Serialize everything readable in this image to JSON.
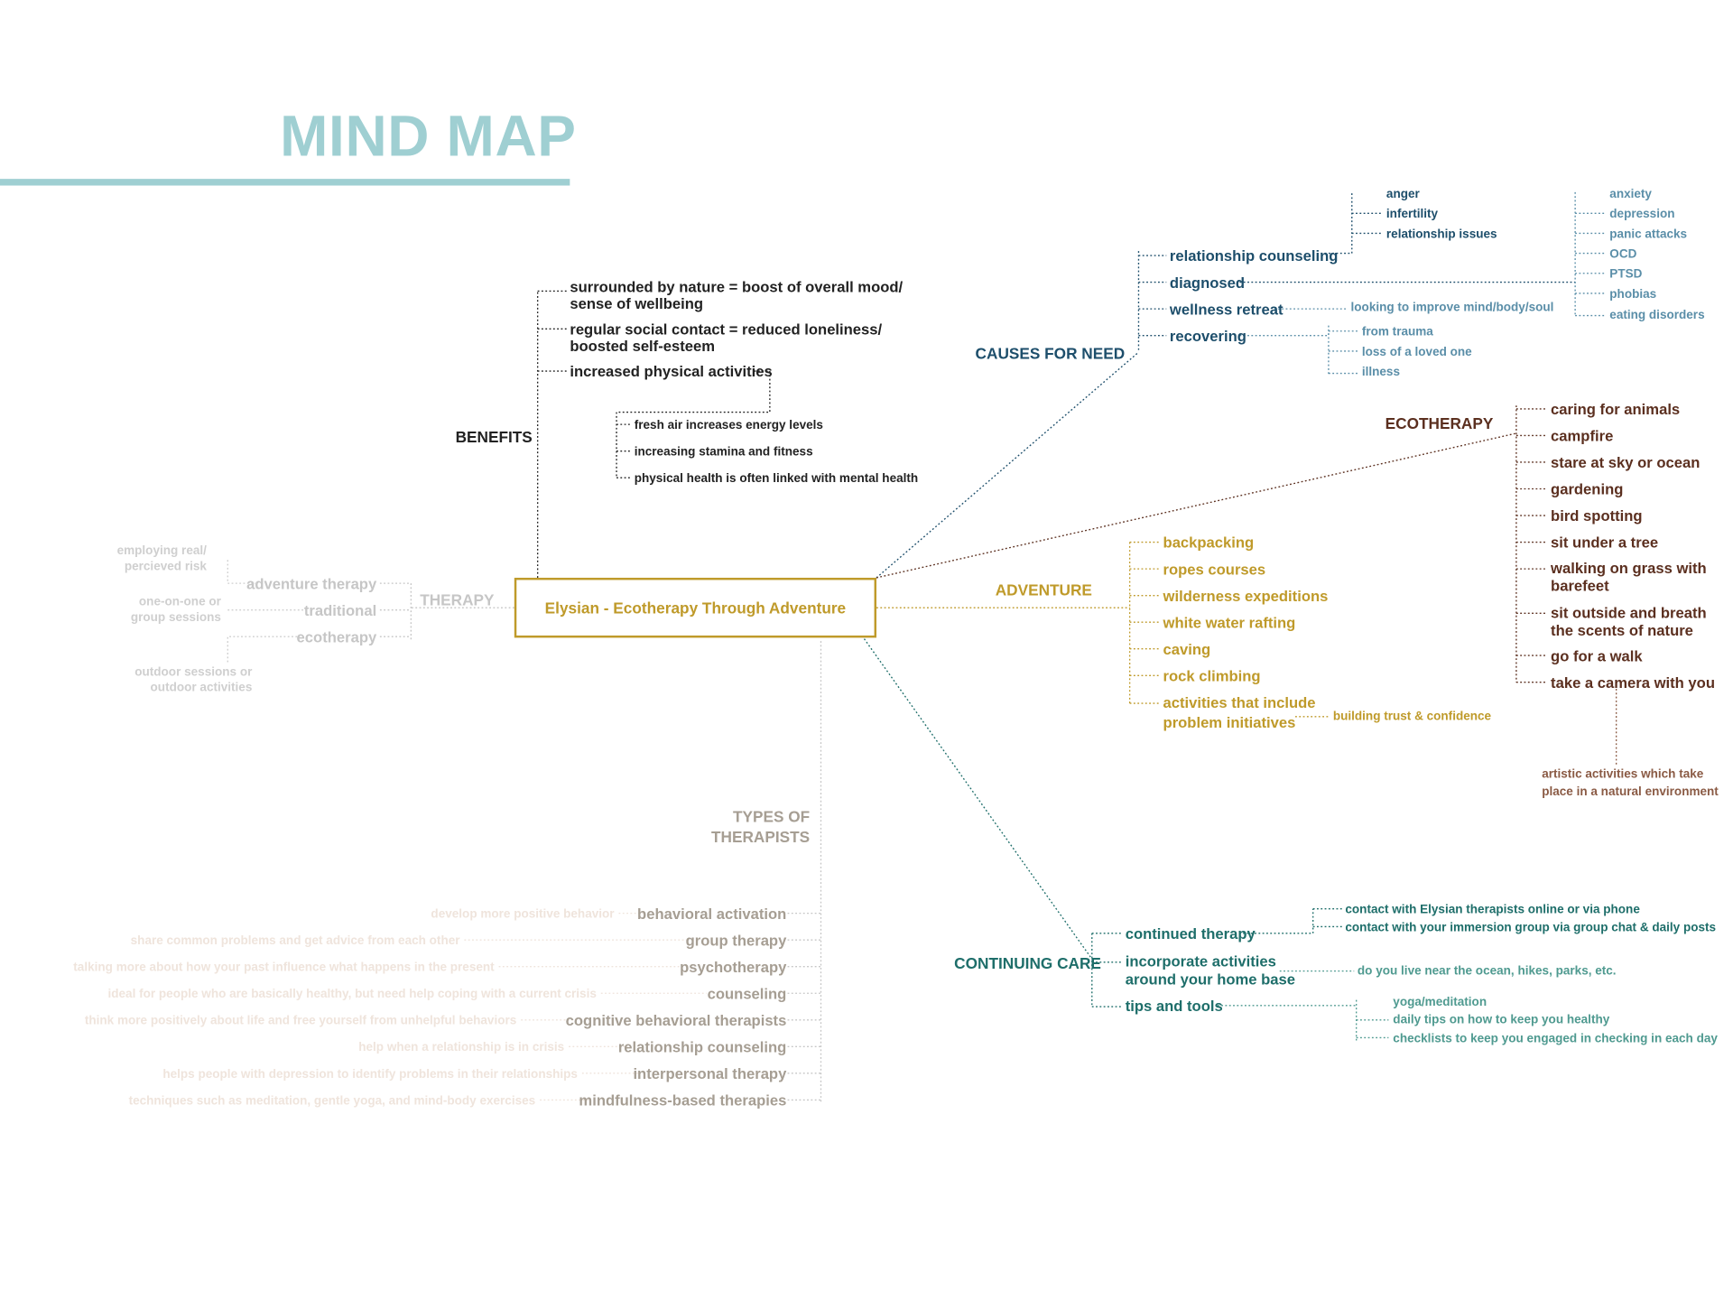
{
  "title": "MIND MAP",
  "colors": {
    "title": "#9fcfd2",
    "benefits": "#222222",
    "causes": "#1d4e6b",
    "causes_sub": "#5a8ea8",
    "ecotherapy": "#5b2f1f",
    "ecotherapy_note": "#8a5a44",
    "adventure": "#bf9a2a",
    "continuing": "#1e6e6a",
    "continuing_sub": "#4f9a90",
    "therapy": "#c6c6c6",
    "therapy_note": "#cfcfcf",
    "therapists": "#a69e93",
    "therapists_note": "#efe4dc"
  },
  "central": "Elysian - Ecotherapy Through Adventure",
  "benefits": {
    "heading": "BENEFITS",
    "items": [
      "surrounded by nature = boost of overall mood/",
      "sense of wellbeing",
      "regular social contact = reduced loneliness/",
      "boosted self-esteem",
      "increased physical activities"
    ],
    "sub_items": [
      "fresh air increases energy levels",
      "increasing stamina and fitness",
      "physical health is often linked with mental health"
    ]
  },
  "causes": {
    "heading": "CAUSES FOR NEED",
    "items": [
      "relationship counseling",
      "diagnosed",
      "wellness retreat",
      "recovering"
    ],
    "relationship_sub": [
      "anger",
      "infertility",
      "relationship issues"
    ],
    "diagnosed_sub": [
      "anxiety",
      "depression",
      "panic attacks",
      "OCD",
      "PTSD",
      "phobias",
      "eating disorders"
    ],
    "wellness_sub": "looking to improve mind/body/soul",
    "recovering_sub": [
      "from trauma",
      "loss of a loved one",
      "illness"
    ]
  },
  "ecotherapy": {
    "heading": "ECOTHERAPY",
    "items": [
      "caring for animals",
      "campfire",
      "stare at sky or ocean",
      "gardening",
      "bird spotting",
      "sit under a tree",
      "walking on grass with",
      "barefeet",
      "sit outside and breath",
      "the scents of nature",
      "go for a walk",
      "take a camera with you"
    ],
    "note": [
      "artistic activities which take",
      "place in a natural environment"
    ]
  },
  "adventure": {
    "heading": "ADVENTURE",
    "items": [
      "backpacking",
      "ropes courses",
      "wilderness expeditions",
      "white water rafting",
      "caving",
      "rock climbing",
      "activities that include",
      "problem initiatives"
    ],
    "note": "building trust & confidence"
  },
  "continuing": {
    "heading": "CONTINUING CARE",
    "items": [
      "continued therapy",
      "incorporate activities",
      "around your home base",
      "tips and tools"
    ],
    "therapy_sub": [
      "contact with Elysian therapists online or via phone",
      "contact with your immersion group via group chat & daily posts"
    ],
    "home_sub": "do you live near the ocean, hikes, parks, etc.",
    "tools_sub": [
      "yoga/meditation",
      "daily tips on how to keep you healthy",
      "checklists to keep you engaged in checking in each day"
    ]
  },
  "therapy": {
    "heading": "THERAPY",
    "items": [
      "adventure therapy",
      "traditional",
      "ecotherapy"
    ],
    "notes": [
      "employing real/",
      "percieved risk",
      "one-on-one or",
      "group sessions",
      "outdoor sessions or",
      "outdoor activities"
    ]
  },
  "therapists": {
    "heading": [
      "TYPES OF",
      "THERAPISTS"
    ],
    "items": [
      "behavioral activation",
      "group therapy",
      "psychotherapy",
      "counseling",
      "cognitive behavioral therapists",
      "relationship counseling",
      "interpersonal therapy",
      "mindfulness-based therapies"
    ],
    "notes": [
      "develop more positive behavior",
      "share common problems and get advice from each other",
      "talking more about how your past influence what happens in the present",
      "ideal for people who are basically healthy, but need help coping with a current crisis",
      "think more positively about life and free yourself from unhelpful behaviors",
      "help when a relationship is in crisis",
      "helps people with depression to identify problems in their relationships",
      "techniques such as meditation, gentle yoga, and mind-body exercises"
    ]
  }
}
